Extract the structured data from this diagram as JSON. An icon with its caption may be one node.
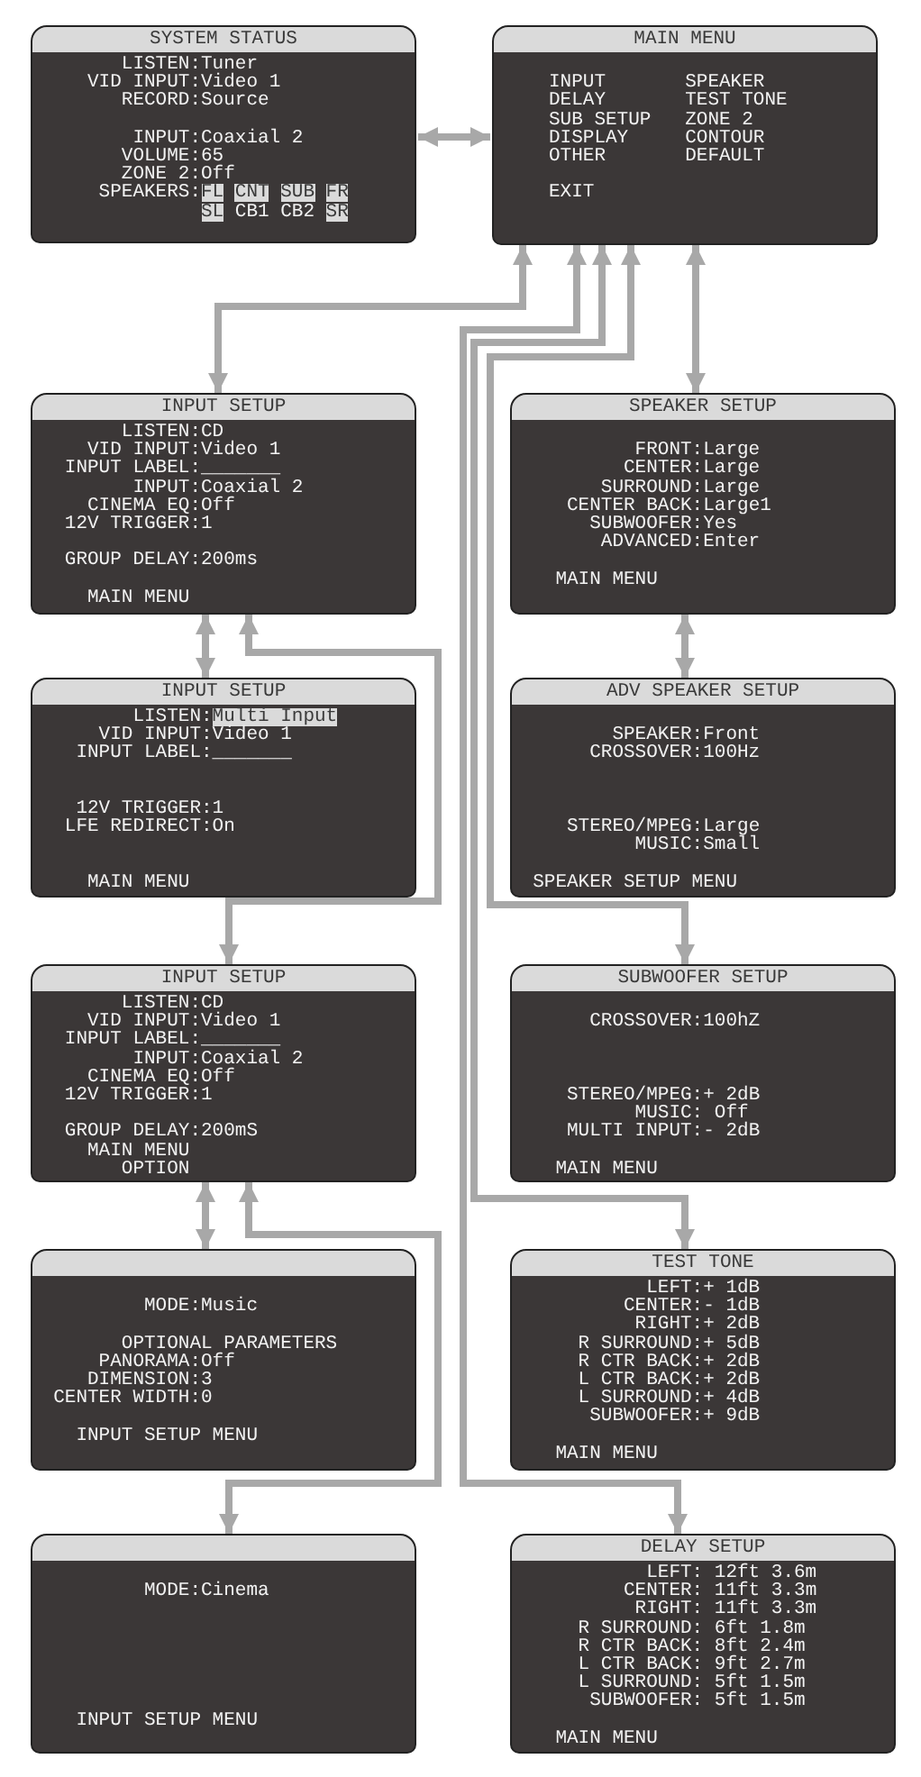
{
  "diagram": {
    "nodes": [
      {
        "text": [
          "SYSTEM STATUS",
          "LISTEN:Tuner",
          "VID INPUT:Video 1",
          "RECORD:Source",
          "INPUT:Coaxial 2",
          "VOLUME:65",
          "ZONE 2:Off",
          "SPEAKERS:",
          "FL",
          "CNT",
          "SUB",
          "FR",
          "SL",
          "CB1",
          "CB2",
          "SR"
        ]
      },
      {
        "text": [
          "MAIN MENU",
          "INPUT",
          "SPEAKER",
          "DELAY",
          "TEST TONE",
          "SUB SETUP",
          "ZONE 2",
          "DISPLAY",
          "CONTOUR",
          "OTHER",
          "DEFAULT",
          "EXIT"
        ]
      },
      {
        "text": [
          "INPUT SETUP",
          "LISTEN:CD",
          "VID INPUT:Video 1",
          "INPUT LABEL:_______",
          "INPUT:Coaxial 2",
          "CINEMA EQ:Off",
          "12V TRIGGER:1",
          "GROUP DELAY:200ms",
          "MAIN MENU"
        ]
      },
      {
        "text": [
          "SPEAKER SETUP",
          "FRONT:Large",
          "CENTER:Large",
          "SURROUND:Large",
          "CENTER BACK:Large1",
          "SUBWOOFER:Yes",
          "ADVANCED:Enter",
          "MAIN MENU"
        ]
      },
      {
        "text": [
          "INPUT SETUP",
          "LISTEN:",
          "Multi Input",
          "VID INPUT:Video 1",
          "INPUT LABEL:_______",
          "12V TRIGGER:1",
          "LFE REDIRECT:On",
          "MAIN MENU"
        ]
      },
      {
        "text": [
          "ADV SPEAKER SETUP",
          "SPEAKER:Front",
          "CROSSOVER:100Hz",
          "STEREO/MPEG:Large",
          "MUSIC:Small",
          "SPEAKER SETUP MENU"
        ]
      },
      {
        "text": [
          "INPUT SETUP",
          "LISTEN:CD",
          "VID INPUT:Video 1",
          "INPUT LABEL:_______",
          "INPUT:Coaxial 2",
          "CINEMA EQ:Off",
          "12V TRIGGER:1",
          "GROUP DELAY:200mS",
          "MAIN MENU",
          "OPTION"
        ]
      },
      {
        "text": [
          "SUBWOOFER SETUP",
          "CROSSOVER:100hZ",
          "STEREO/MPEG:+ 2dB",
          "MUSIC: Off",
          "MULTI INPUT:- 2dB",
          "MAIN MENU"
        ]
      },
      {
        "text": [
          "MODE:Music",
          "OPTIONAL PARAMETERS",
          "PANORAMA:Off",
          "DIMENSION:3",
          "CENTER WIDTH:0",
          "INPUT SETUP MENU"
        ]
      },
      {
        "text": [
          "TEST TONE",
          "LEFT:+ 1dB",
          "CENTER:- 1dB",
          "RIGHT:+ 2dB",
          "R SURROUND:+ 5dB",
          "R CTR BACK:+ 2dB",
          "L CTR BACK:+ 2dB",
          "L SURROUND:+ 4dB",
          "SUBWOOFER:+ 9dB",
          "MAIN MENU"
        ]
      },
      {
        "text": [
          "MODE:Cinema",
          "INPUT SETUP MENU"
        ]
      },
      {
        "text": [
          "DELAY SETUP",
          "LEFT: 12ft 3.6m",
          "CENTER: 11ft 3.3m",
          "RIGHT: 11ft 3.3m",
          "R SURROUND: 6ft 1.8m",
          "R CTR BACK: 8ft 2.4m",
          "L CTR BACK: 9ft 2.7m",
          "L SURROUND: 5ft 1.5m",
          "SUBWOOFER: 5ft 1.5m",
          "MAIN MENU"
        ]
      }
    ],
    "edges": [
      {
        "from": 0,
        "to": 1,
        "arrow": "both"
      },
      {
        "from": 1,
        "to": 2,
        "arrow": "both"
      },
      {
        "from": 1,
        "to": 3,
        "arrow": "both"
      },
      {
        "from": 1,
        "to": 7,
        "arrow": "both"
      },
      {
        "from": 1,
        "to": 9,
        "arrow": "both"
      },
      {
        "from": 1,
        "to": 11,
        "arrow": "both"
      },
      {
        "from": 2,
        "to": 4,
        "arrow": "both"
      },
      {
        "from": 2,
        "to": 6,
        "arrow": "both"
      },
      {
        "from": 3,
        "to": 5,
        "arrow": "both"
      },
      {
        "from": 6,
        "to": 8,
        "arrow": "both"
      },
      {
        "from": 6,
        "to": 10,
        "arrow": "both"
      }
    ]
  }
}
